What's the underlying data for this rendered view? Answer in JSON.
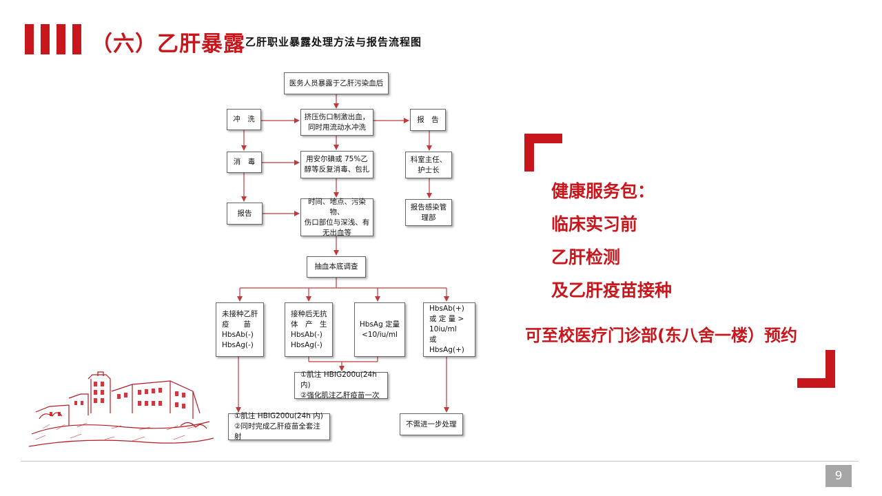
{
  "header": {
    "title": "（六）乙肝暴露",
    "subtitle": "乙肝职业暴露处理方法与报告流程图"
  },
  "flow": {
    "start": "医务人员暴露于乙肝污染血后",
    "wash_label": "冲　洗",
    "squeeze": "挤压伤口制激出血，\n同时用流动水冲洗",
    "report_label": "报　告",
    "disinfect_label": "消　毒",
    "disinfect_action": "用安尔碘或 75%乙\n醇等反复消毒、包扎",
    "report_to": "科室主任、\n护士长",
    "report2_label": "报告",
    "record": "时间、地点、污染物、\n伤口部位与深浅、有\n无出血等",
    "infection_dept": "报告感染管\n理部",
    "blood_test": "抽血本底调查",
    "case1": "未接种乙肝\n疫　　苗\nHbsAb(-)\nHbsAg(-)",
    "case2": "接种后无抗\n体　产　生\nHbsAb(-)\nHbsAg(-)",
    "case3": "HbsAg 定量\n<10/iu/ml",
    "case4": "HbsAb(+)\n或 定 量 >\n10iu/ml\n或 HbsAg(+)",
    "treat_mid": "①肌注 HBIG200u(24h 内)\n②强化肌注乙肝疫苗一次",
    "treat_left": "①肌注 HBIG200u(24h 内)\n②同时完成乙肝疫苗全套注射",
    "no_treatment": "不需进一步处理"
  },
  "package": {
    "line1": "健康服务包：",
    "line2": "临床实习前",
    "line3": "乙肝检测",
    "line4": "及乙肝疫苗接种"
  },
  "appointment": "可至校医疗门诊部(东八舍一楼）预约",
  "page_number": "9",
  "colors": {
    "accent": "#c8161d",
    "arrow": "#c0393b"
  },
  "images": {
    "building": "campus-building-sketch"
  }
}
